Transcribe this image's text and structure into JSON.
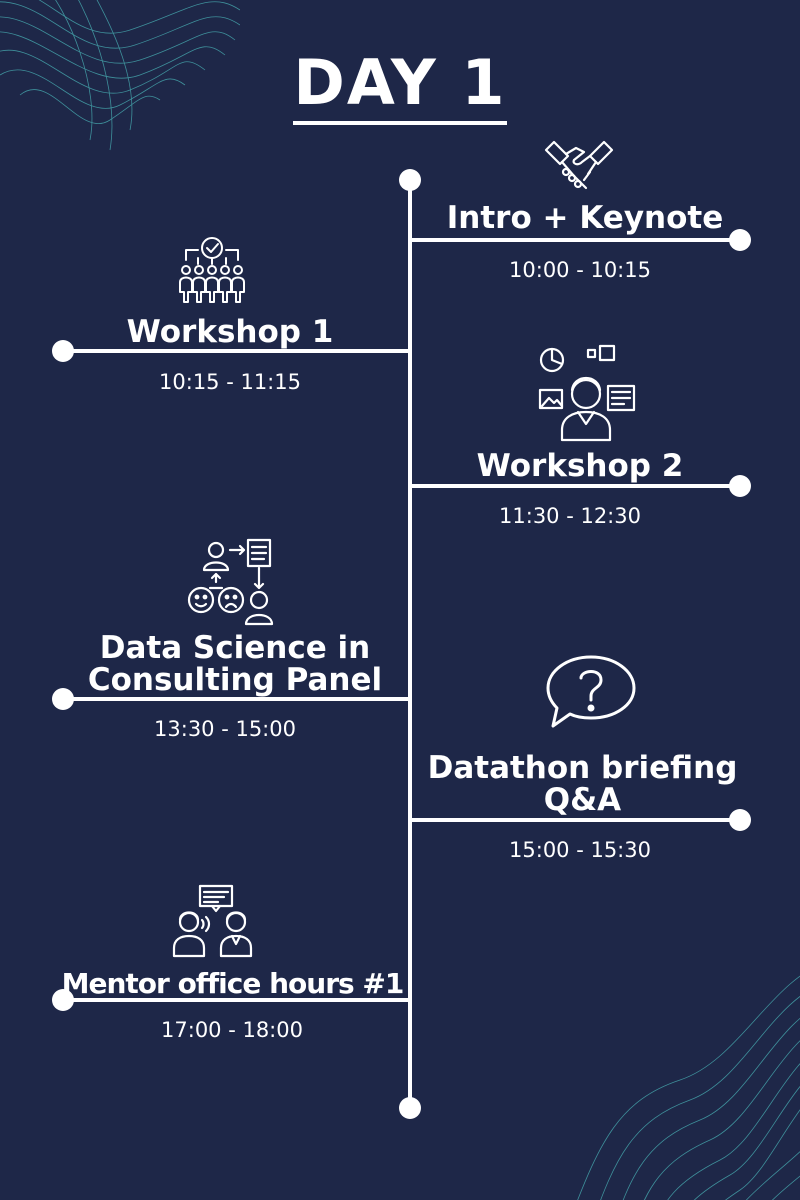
{
  "title": "DAY 1",
  "events": [
    {
      "title": "Intro + Keynote",
      "time": "10:00 - 10:15",
      "icon": "handshake-icon",
      "side": "right"
    },
    {
      "title": "Workshop 1",
      "time": "10:15 - 11:15",
      "icon": "team-vote-icon",
      "side": "left"
    },
    {
      "title": "Workshop 2",
      "time": "11:30 - 12:30",
      "icon": "presenter-icon",
      "side": "right"
    },
    {
      "title_line1": "Data Science in",
      "title_line2": "Consulting Panel",
      "time": "13:30 - 15:00",
      "icon": "feedback-flow-icon",
      "side": "left"
    },
    {
      "title_line1": "Datathon briefing",
      "title_line2": "Q&A",
      "time": "15:00 - 15:30",
      "icon": "question-bubble-icon",
      "side": "right"
    },
    {
      "title": "Mentor office hours #1",
      "time": "17:00 - 18:00",
      "icon": "mentor-talk-icon",
      "side": "left"
    }
  ],
  "colors": {
    "background": "#1e2748",
    "foreground": "#ffffff",
    "accent": "#4fc3c3"
  }
}
